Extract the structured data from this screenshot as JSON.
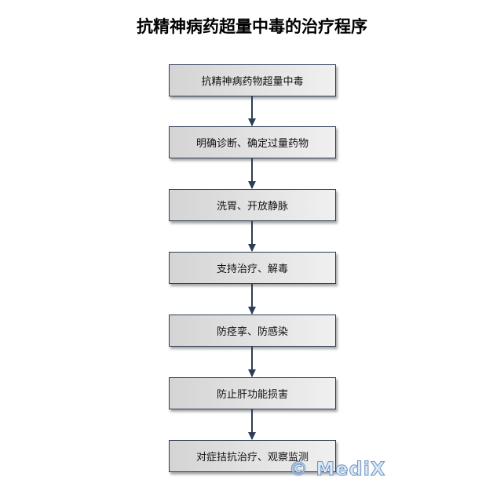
{
  "title": "抗精神病药超量中毒的治疗程序",
  "steps": [
    "抗精神病药物超量中毒",
    "明确诊断、确定过量药物",
    "洗胃、开放静脉",
    "支持治疗、解毒",
    "防痉挛、防感染",
    "防止肝功能损害",
    "对症拮抗治疗、观察监测"
  ],
  "watermark": "© MediX"
}
